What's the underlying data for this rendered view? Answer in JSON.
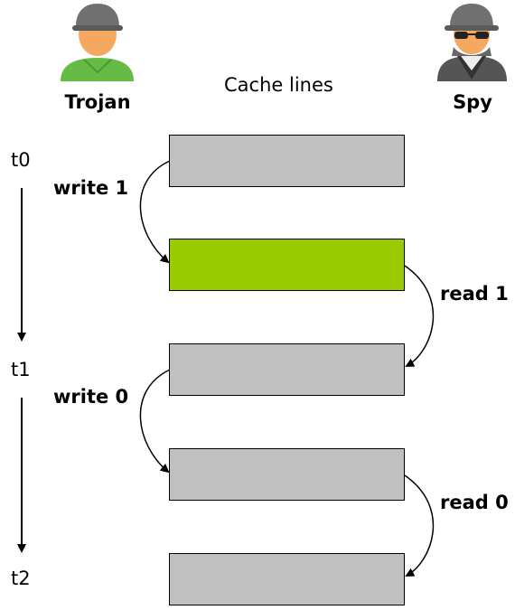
{
  "actors": {
    "trojan": {
      "label": "Trojan",
      "icon": "trojan-person-icon"
    },
    "spy": {
      "label": "Spy",
      "icon": "spy-person-icon"
    }
  },
  "header": {
    "label": "Cache lines"
  },
  "times": [
    "t0",
    "t1",
    "t2"
  ],
  "operations": {
    "write1": "write 1",
    "read1": "read 1",
    "write0": "write 0",
    "read0": "read 0"
  },
  "cache_lines": [
    {
      "state": "default"
    },
    {
      "state": "written"
    },
    {
      "state": "default"
    },
    {
      "state": "default"
    },
    {
      "state": "default"
    }
  ],
  "colors": {
    "default_line": "#c0c0c0",
    "written_line": "#99cc00",
    "trojan_shirt": "#66bb44",
    "skin": "#f5a85f",
    "hat": "#707070",
    "spy_coat": "#555555"
  }
}
